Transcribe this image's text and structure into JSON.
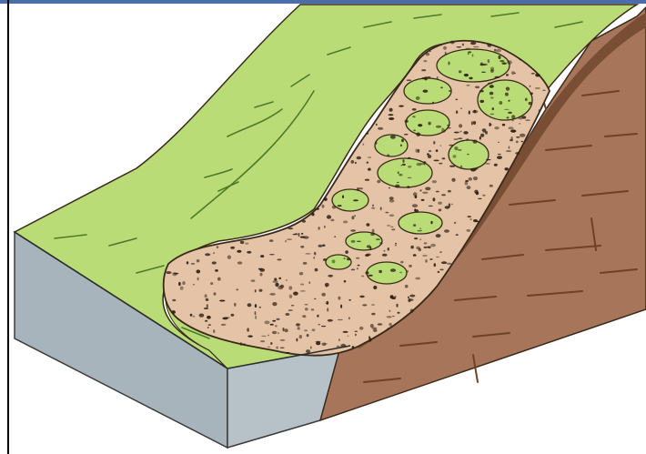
{
  "figure": {
    "caption": "",
    "has_text": false
  },
  "layers": [
    {
      "id": "grass-surface",
      "color": "#b9dc77"
    },
    {
      "id": "slide-debris",
      "color": "#e4c3a6"
    },
    {
      "id": "exposed-bedrock",
      "color": "#a7755a"
    },
    {
      "id": "block-side",
      "color": "#a8b4bc"
    }
  ],
  "colors": {
    "background": "#ffffff",
    "frame_line": "#000000",
    "top_border": "#4a6fa8",
    "outline": "#3a2a1a",
    "debris_dots": "#2a1e12",
    "grass_strokes": "#4f7a2a",
    "rock_band": "#5a3622"
  }
}
